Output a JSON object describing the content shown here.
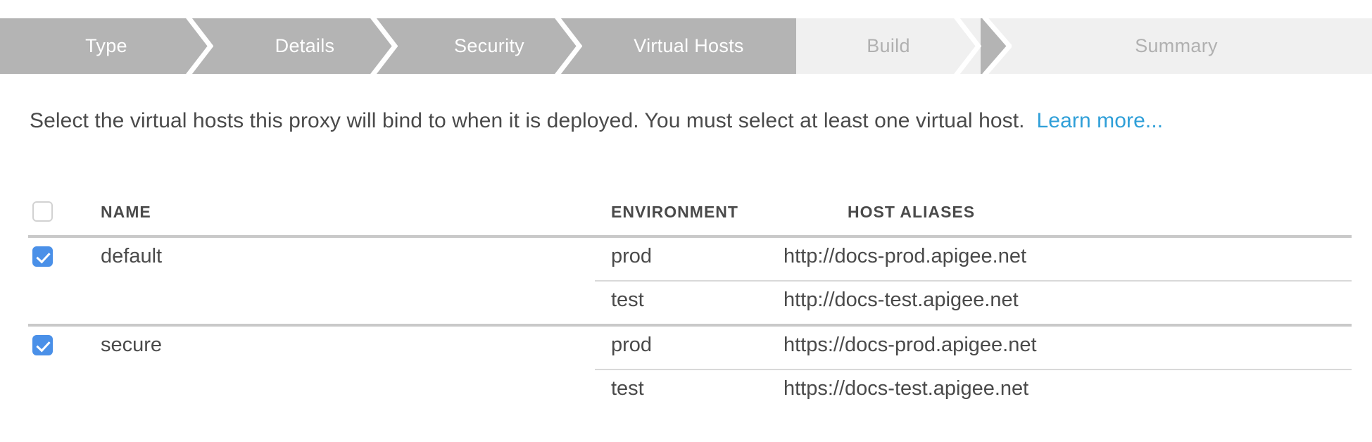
{
  "stepper": {
    "steps": [
      {
        "label": "Type",
        "state": "done"
      },
      {
        "label": "Details",
        "state": "done"
      },
      {
        "label": "Security",
        "state": "done"
      },
      {
        "label": "Virtual Hosts",
        "state": "active"
      },
      {
        "label": "Build",
        "state": "todo"
      },
      {
        "label": "Summary",
        "state": "todo"
      }
    ],
    "active_color": "#b4b4b4",
    "inactive_color": "#f0f0f0",
    "active_text_color": "#ffffff",
    "inactive_text_color": "#b0b0b0"
  },
  "description": {
    "text": "Select the virtual hosts this proxy will bind to when it is deployed. You must select at least one virtual host.",
    "link_label": "Learn more...",
    "link_color": "#2f9fd8"
  },
  "table": {
    "select_all_checked": false,
    "columns": [
      "NAME",
      "ENVIRONMENT",
      "HOST ALIASES"
    ],
    "checkbox_accent": "#4a90e8",
    "rows": [
      {
        "name": "default",
        "checked": true,
        "entries": [
          {
            "environment": "prod",
            "host_alias": "http://docs-prod.apigee.net"
          },
          {
            "environment": "test",
            "host_alias": "http://docs-test.apigee.net"
          }
        ]
      },
      {
        "name": "secure",
        "checked": true,
        "entries": [
          {
            "environment": "prod",
            "host_alias": "https://docs-prod.apigee.net"
          },
          {
            "environment": "test",
            "host_alias": "https://docs-test.apigee.net"
          }
        ]
      }
    ]
  }
}
